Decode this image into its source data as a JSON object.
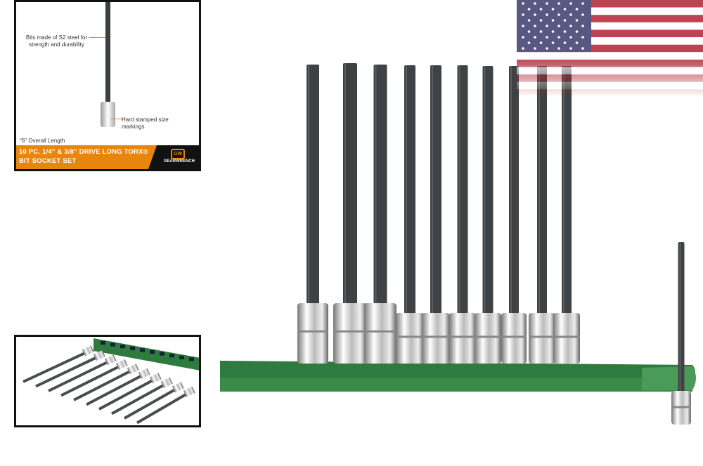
{
  "inset_main": {
    "callout_steel": "Bits made of S2 steel for strength and durability",
    "callout_markings": "Hard stamped size markings",
    "callout_length": "\"6\" Overall Length",
    "banner_line1": "10 PC. 1/4\" & 3/8\" DRIVE LONG TORX®",
    "banner_line2": "BIT SOCKET SET",
    "brand_name": "GEARWRENCH",
    "brand_logo": "GW"
  },
  "colors": {
    "accent": "#e8860c",
    "tray": "#2f7a3e",
    "chrome": "#d9d9d9",
    "bit": "#3f4244"
  }
}
